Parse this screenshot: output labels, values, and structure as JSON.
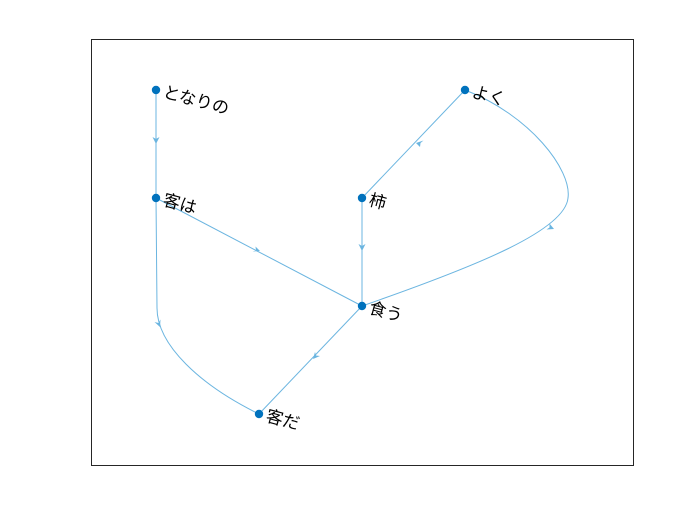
{
  "graph": {
    "node_color": "#0072BD",
    "edge_color": "#6BB5E0",
    "nodes": [
      {
        "id": "tonari",
        "label": "となりの"
      },
      {
        "id": "kyaku_wa",
        "label": "客は"
      },
      {
        "id": "yoku",
        "label": "よく"
      },
      {
        "id": "kaki",
        "label": "柿"
      },
      {
        "id": "kuu",
        "label": "食う"
      },
      {
        "id": "kyaku_da",
        "label": "客だ"
      }
    ],
    "edges": [
      {
        "from": "tonari",
        "to": "kyaku_wa"
      },
      {
        "from": "kyaku_wa",
        "to": "kuu"
      },
      {
        "from": "kyaku_wa",
        "to": "kyaku_da"
      },
      {
        "from": "yoku",
        "to": "kaki"
      },
      {
        "from": "yoku",
        "to": "kuu"
      },
      {
        "from": "kaki",
        "to": "kuu"
      },
      {
        "from": "kuu",
        "to": "kyaku_da"
      }
    ]
  }
}
